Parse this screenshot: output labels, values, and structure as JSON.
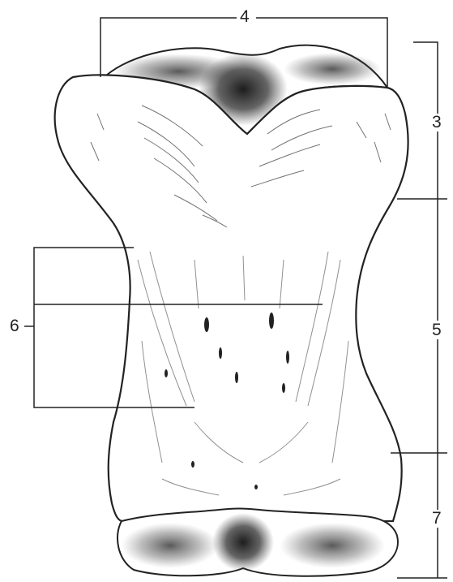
{
  "labels": {
    "top": "4",
    "right_upper": "3",
    "right_middle": "5",
    "right_lower": "7",
    "left": "6"
  },
  "colors": {
    "ink": "#222222",
    "stipple": "#1a1a1a",
    "background": "#ffffff"
  }
}
